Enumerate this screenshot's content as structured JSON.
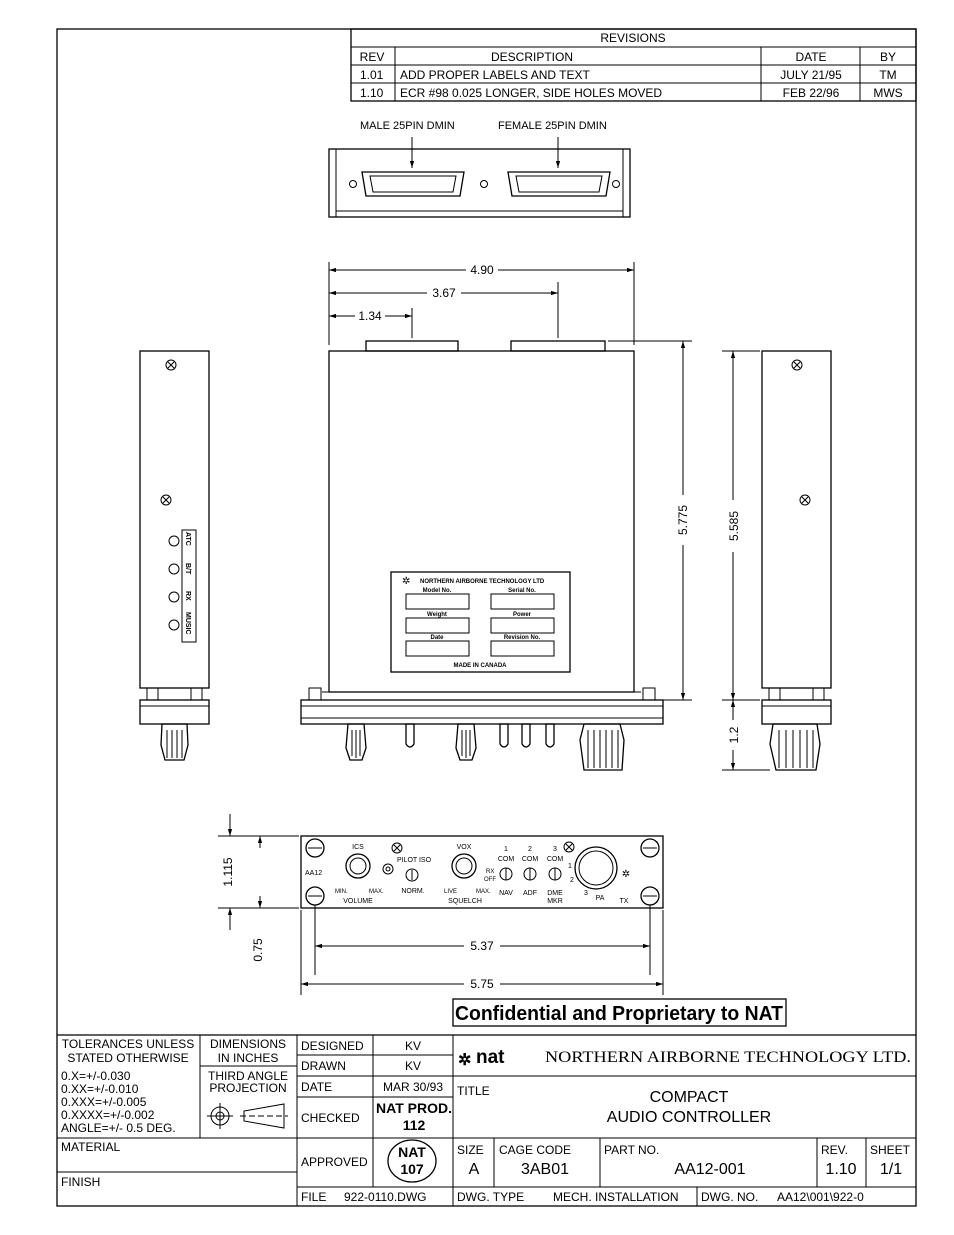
{
  "revisions": {
    "title": "REVISIONS",
    "headers": [
      "REV",
      "DESCRIPTION",
      "DATE",
      "BY"
    ],
    "rows": [
      {
        "rev": "1.01",
        "description": "ADD PROPER LABELS AND TEXT",
        "date": "JULY 21/95",
        "by": "TM"
      },
      {
        "rev": "1.10",
        "description": "ECR #98 0.025 LONGER, SIDE HOLES MOVED",
        "date": "FEB 22/96",
        "by": "MWS"
      }
    ]
  },
  "rear_view": {
    "male_label": "MALE 25PIN DMIN",
    "female_label": "FEMALE 25PIN DMIN"
  },
  "top_dims": {
    "overall": "4.90",
    "mid": "3.67",
    "left": "1.34"
  },
  "side_dims": {
    "height_a": "5.775",
    "height_b": "5.585",
    "knob": "1.2"
  },
  "left_side_labels": [
    "ATC",
    "B/T",
    "RX",
    "MUSIC"
  ],
  "nameplate": {
    "company": "NORTHERN AIRBORNE TECHNOLOGY LTD",
    "fields": [
      "Model No.",
      "Serial No.",
      "Weight",
      "Power",
      "Date",
      "Revision No."
    ],
    "origin": "MADE IN CANADA"
  },
  "front_panel": {
    "model": "AA12",
    "ics": "ICS",
    "min": "MIN.",
    "max": "MAX.",
    "volume": "VOLUME",
    "pilot_iso": "PILOT ISO",
    "norm": "NORM.",
    "vox": "VOX",
    "live": "LIVE",
    "max2": "MAX.",
    "squelch": "SQUELCH",
    "rx": "RX",
    "off": "OFF",
    "com_numbers": [
      "1",
      "2",
      "3"
    ],
    "com": "COM",
    "nav": "NAV",
    "adf": "ADF",
    "dme": "DME",
    "mkr": "MKR",
    "pa": "PA",
    "tx": "TX",
    "rotary_numbers": [
      "1",
      "2",
      "3"
    ]
  },
  "front_dims": {
    "height": "1.115",
    "bottom": "0.75",
    "inner_width": "5.37",
    "outer_width": "5.75"
  },
  "confidential": "Confidential and Proprietary to NAT",
  "title_block": {
    "tolerances_title_1": "TOLERANCES UNLESS",
    "tolerances_title_2": "STATED OTHERWISE",
    "tolerances": [
      "0.X=+/-0.030",
      "0.XX=+/-0.010",
      "0.XXX=+/-0.005",
      "0.XXXX=+/-0.002",
      "ANGLE=+/- 0.5 DEG."
    ],
    "dimensions_1": "DIMENSIONS",
    "dimensions_2": "IN INCHES",
    "projection_1": "THIRD ANGLE",
    "projection_2": "PROJECTION",
    "material": "MATERIAL",
    "finish": "FINISH",
    "designed_label": "DESIGNED",
    "designed_value": "KV",
    "drawn_label": "DRAWN",
    "drawn_value": "KV",
    "date_label": "DATE",
    "date_value": "MAR 30/93",
    "checked_label": "CHECKED",
    "checked_value_1": "NAT PROD.",
    "checked_value_2": "112",
    "approved_label": "APPROVED",
    "approved_stamp_1": "NAT",
    "approved_stamp_2": "107",
    "file_label": "FILE",
    "file_value": "922-0110.DWG",
    "logo_text": "nat",
    "company": "NORTHERN AIRBORNE TECHNOLOGY LTD.",
    "title_label": "TITLE",
    "title_1": "COMPACT",
    "title_2": "AUDIO CONTROLLER",
    "size_label": "SIZE",
    "size_value": "A",
    "cage_label": "CAGE CODE",
    "cage_value": "3AB01",
    "part_label": "PART NO.",
    "part_value": "AA12-001",
    "rev_label": "REV.",
    "rev_value": "1.10",
    "sheet_label": "SHEET",
    "sheet_value": "1/1",
    "dwg_type_label": "DWG. TYPE",
    "dwg_type_value": "MECH. INSTALLATION",
    "dwg_no_label": "DWG. NO.",
    "dwg_no_value": "AA12\\001\\922-0"
  }
}
